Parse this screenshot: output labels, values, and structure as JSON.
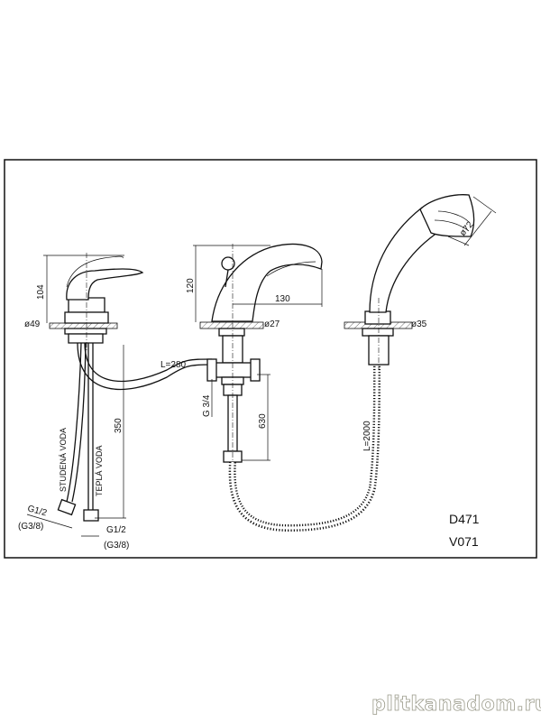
{
  "drawing": {
    "dimensions": {
      "mixer_height": "104",
      "mixer_diameter": "ø49",
      "hose_length": "350",
      "connector_length": "L=280",
      "spout_height": "120",
      "spout_reach": "130",
      "spout_diameter": "ø27",
      "tee_thread": "G 3/4",
      "tee_height": "630",
      "shower_hose_length": "L=2000",
      "holder_diameter": "ø35",
      "head_diameter": "ø72"
    },
    "hose_labels": {
      "cold": "STUDENÁ VODA",
      "hot": "TEPLÁ VODA"
    },
    "threads": {
      "cold_main": "G1/2",
      "cold_alt": "(G3/8)",
      "hot_main": "G1/2",
      "hot_alt": "(G3/8)"
    },
    "codes": [
      "D471",
      "V071"
    ],
    "watermark": "plitkanadom.ru"
  }
}
